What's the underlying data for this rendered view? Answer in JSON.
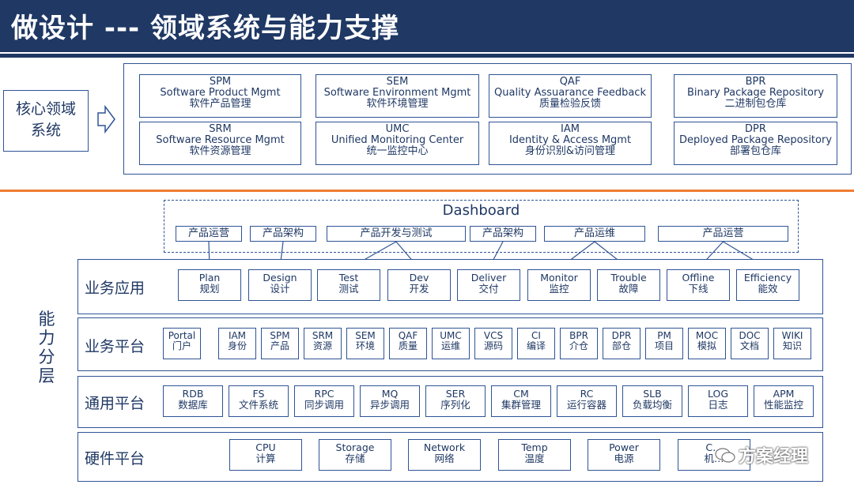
{
  "title": "做设计 --- 领域系统与能力支撑",
  "core_domain": {
    "label": "核心领域系统",
    "label_lines": [
      "核心领域",
      "系统"
    ],
    "items": [
      {
        "abbr": "SPM",
        "en": "Software Product Mgmt",
        "cn": "软件产品管理"
      },
      {
        "abbr": "SEM",
        "en": "Software Environment Mgmt",
        "cn": "软件环境管理"
      },
      {
        "abbr": "QAF",
        "en": "Quality Assuarance Feedback",
        "cn": "质量检验反馈"
      },
      {
        "abbr": "BPR",
        "en": "Binary Package Repository",
        "cn": "二进制包仓库"
      },
      {
        "abbr": "SRM",
        "en": "Software Resource Mgmt",
        "cn": "软件资源管理"
      },
      {
        "abbr": "UMC",
        "en": "Unified Monitoring Center",
        "cn": "统一监控中心"
      },
      {
        "abbr": "IAM",
        "en": "Identity & Access Mgmt",
        "cn": "身份识别&访问管理"
      },
      {
        "abbr": "DPR",
        "en": "Deployed Package Repository",
        "cn": "部署包仓库"
      }
    ]
  },
  "capability": {
    "label": "能力分层",
    "label_chars": [
      "能",
      "力",
      "分",
      "层"
    ],
    "dashboard": {
      "title": "Dashboard",
      "tags": [
        "产品运营",
        "产品架构",
        "产品开发与测试",
        "产品架构",
        "产品运维",
        "产品运营"
      ]
    },
    "layers": [
      {
        "name": "业务应用",
        "items": [
          {
            "en": "Plan",
            "cn": "规划"
          },
          {
            "en": "Design",
            "cn": "设计"
          },
          {
            "en": "Test",
            "cn": "测试"
          },
          {
            "en": "Dev",
            "cn": "开发"
          },
          {
            "en": "Deliver",
            "cn": "交付"
          },
          {
            "en": "Monitor",
            "cn": "监控"
          },
          {
            "en": "Trouble",
            "cn": "故障"
          },
          {
            "en": "Offline",
            "cn": "下线"
          },
          {
            "en": "Efficiency",
            "cn": "能效"
          }
        ]
      },
      {
        "name": "业务平台",
        "items": [
          {
            "en": "Portal",
            "cn": "门户"
          },
          {
            "en": "IAM",
            "cn": "身份"
          },
          {
            "en": "SPM",
            "cn": "产品"
          },
          {
            "en": "SRM",
            "cn": "资源"
          },
          {
            "en": "SEM",
            "cn": "环境"
          },
          {
            "en": "QAF",
            "cn": "质量"
          },
          {
            "en": "UMC",
            "cn": "运维"
          },
          {
            "en": "VCS",
            "cn": "源码"
          },
          {
            "en": "CI",
            "cn": "编译"
          },
          {
            "en": "BPR",
            "cn": "介仓"
          },
          {
            "en": "DPR",
            "cn": "部仓"
          },
          {
            "en": "PM",
            "cn": "项目"
          },
          {
            "en": "MOC",
            "cn": "模拟"
          },
          {
            "en": "DOC",
            "cn": "文档"
          },
          {
            "en": "WIKI",
            "cn": "知识"
          }
        ]
      },
      {
        "name": "通用平台",
        "items": [
          {
            "en": "RDB",
            "cn": "数据库"
          },
          {
            "en": "FS",
            "cn": "文件系统"
          },
          {
            "en": "RPC",
            "cn": "同步调用"
          },
          {
            "en": "MQ",
            "cn": "异步调用"
          },
          {
            "en": "SER",
            "cn": "序列化"
          },
          {
            "en": "CM",
            "cn": "集群管理"
          },
          {
            "en": "RC",
            "cn": "运行容器"
          },
          {
            "en": "SLB",
            "cn": "负载均衡"
          },
          {
            "en": "LOG",
            "cn": "日志"
          },
          {
            "en": "APM",
            "cn": "性能监控"
          }
        ]
      },
      {
        "name": "硬件平台",
        "items": [
          {
            "en": "CPU",
            "cn": "计算"
          },
          {
            "en": "Storage",
            "cn": "存储"
          },
          {
            "en": "Network",
            "cn": "网络"
          },
          {
            "en": "Temp",
            "cn": "温度"
          },
          {
            "en": "Power",
            "cn": "电源"
          },
          {
            "en": "C…",
            "cn": "机…"
          }
        ]
      }
    ]
  },
  "watermark": "方案经理",
  "colors": {
    "header": "#1f3864",
    "border": "#2f5496",
    "accent": "#ed7d31",
    "text": "#1f3864"
  }
}
